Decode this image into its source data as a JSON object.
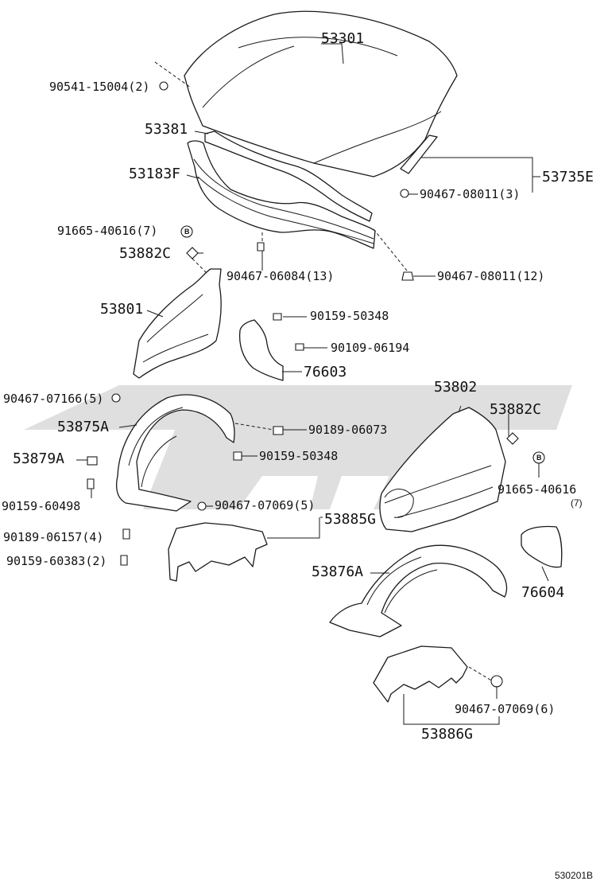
{
  "figure_code": "530201B",
  "parts": {
    "hood": "53301",
    "hood_bolt": "90541-15004(2)",
    "seal_front": "53381",
    "support_front": "53183F",
    "seal_side": "53735E",
    "clip_seal_side": "90467-08011(3)",
    "screw_upper_left": "91665-40616(7)",
    "pad_left": "53882C",
    "clip_support": "90467-06084(13)",
    "clip_support_right": "90467-08011(12)",
    "fender_left": "53801",
    "bolt_mud_1": "90159-50348",
    "bolt_mud_2": "90109-06194",
    "mudguard_left": "76603",
    "screw_liner_left": "90467-07166(5)",
    "liner_left": "53875A",
    "bolt_liner": "90189-06073",
    "bolt_liner_2": "90159-50348",
    "clip_liner_left": "53879A",
    "bolt_liner_left_lower": "90159-60498",
    "bolt_liner_lower_2": "90189-06157(4)",
    "bolt_liner_lower_3": "90159-60383(2)",
    "clip_cover_left": "90467-07069(5)",
    "cover_left": "53885G",
    "fender_right": "53802",
    "pad_right": "53882C",
    "screw_right": "91665-40616",
    "screw_right_qty": "(7)",
    "liner_right": "53876A",
    "mudguard_right": "76604",
    "clip_cover_right": "90467-07069(6)",
    "cover_right": "53886G"
  },
  "bolt_marker": "B"
}
